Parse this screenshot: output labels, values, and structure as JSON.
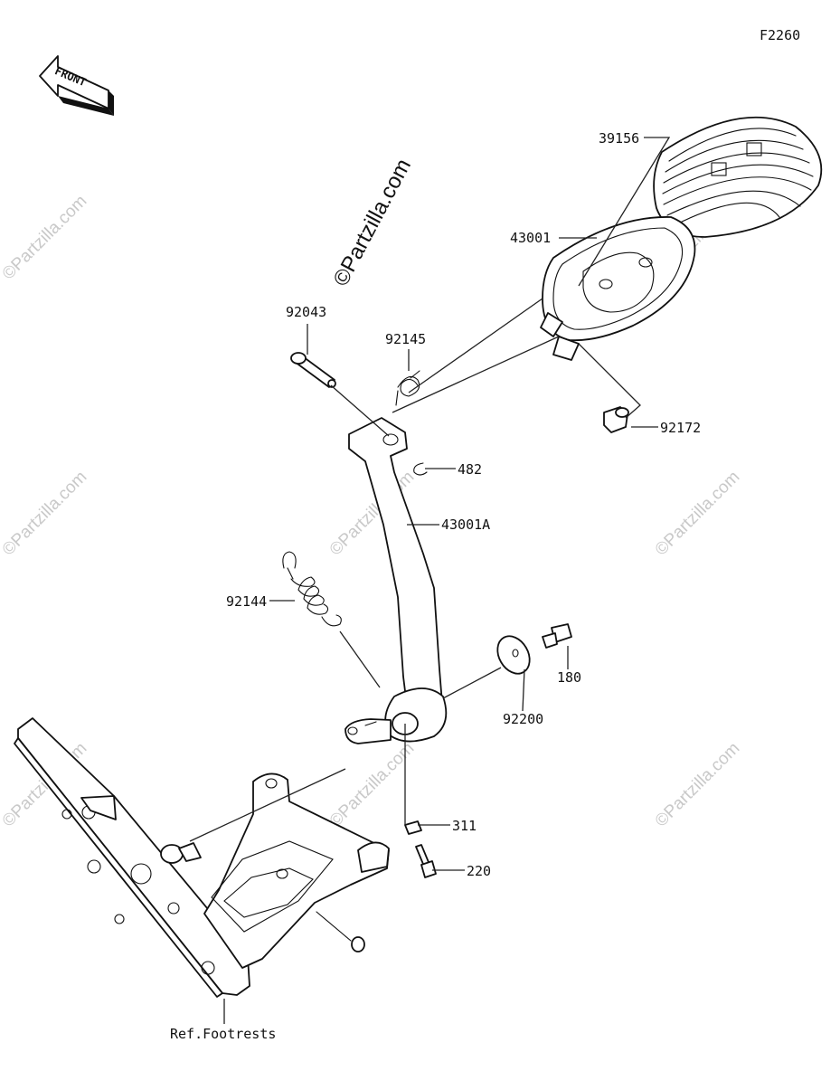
{
  "figure_code": "F2260",
  "direction_label": "FRONT",
  "ref_label": "Ref.Footrests",
  "watermark_main": "©Partzilla.com",
  "watermark_repeat": "©Partzilla.com",
  "parts": [
    {
      "number": "39156"
    },
    {
      "number": "43001"
    },
    {
      "number": "92043"
    },
    {
      "number": "92145"
    },
    {
      "number": "92172"
    },
    {
      "number": "482"
    },
    {
      "number": "43001A"
    },
    {
      "number": "92144"
    },
    {
      "number": "180"
    },
    {
      "number": "92200"
    },
    {
      "number": "311"
    },
    {
      "number": "220"
    }
  ]
}
